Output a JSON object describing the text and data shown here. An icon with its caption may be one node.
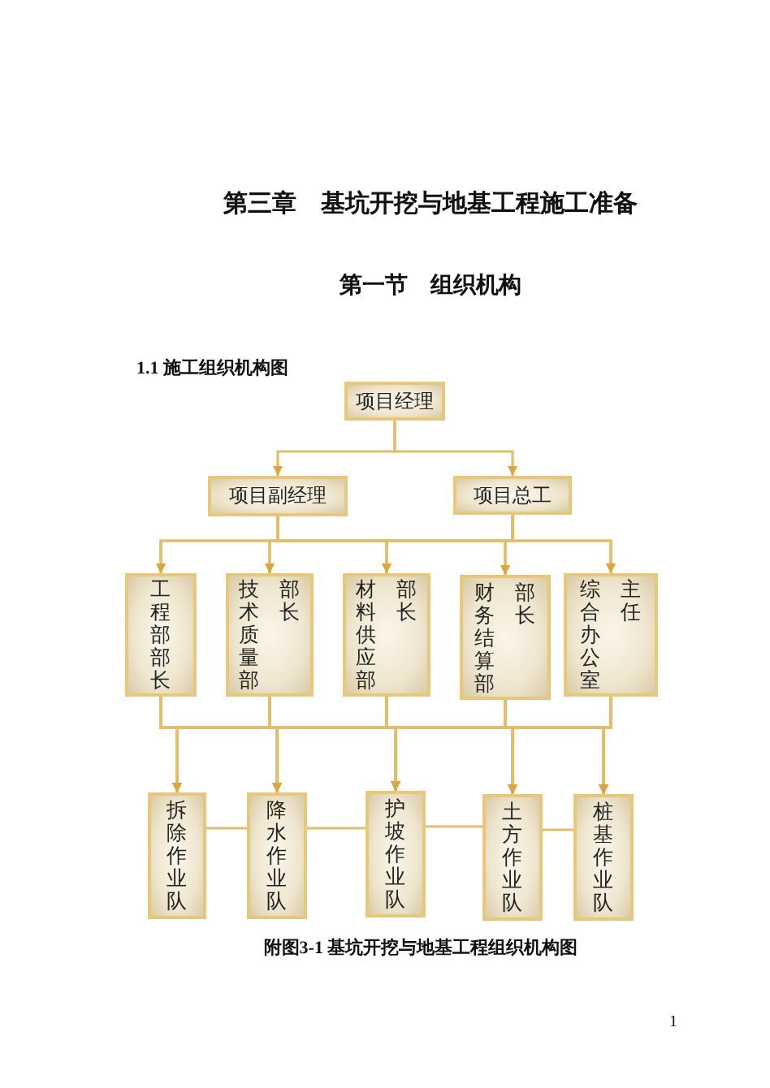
{
  "diagram": {
    "title": "第三章　基坑开挖与地基工程施工准备",
    "caption": "附图3-1 基坑开挖与地基工程组织机构图",
    "nodes": [
      {
        "text": [
          "项目经理"
        ]
      },
      {
        "text": [
          "项目副经理"
        ]
      },
      {
        "text": [
          "项目总工"
        ]
      },
      {
        "text": [
          "工程部部长"
        ]
      },
      {
        "text": [
          "技术质量部部长"
        ]
      },
      {
        "text": [
          "材料供应部部长"
        ]
      },
      {
        "text": [
          "财务结算部部长"
        ]
      },
      {
        "text": [
          "综合办公室主任"
        ]
      },
      {
        "text": [
          "拆除作业队"
        ]
      },
      {
        "text": [
          "降水作业队"
        ]
      },
      {
        "text": [
          "护坡作业队"
        ]
      },
      {
        "text": [
          "土方作业队"
        ]
      },
      {
        "text": [
          "桩基作业队"
        ]
      }
    ],
    "edges": [
      {
        "from": 0,
        "to": 1,
        "arrow": "to"
      },
      {
        "from": 0,
        "to": 2,
        "arrow": "to"
      },
      {
        "from": 1,
        "to": 3,
        "arrow": "to"
      },
      {
        "from": 1,
        "to": 4,
        "arrow": "to"
      },
      {
        "from": 1,
        "to": 5,
        "arrow": "to"
      },
      {
        "from": 1,
        "to": 6,
        "arrow": "to"
      },
      {
        "from": 1,
        "to": 7,
        "arrow": "to"
      },
      {
        "from": 2,
        "to": 3,
        "arrow": "to"
      },
      {
        "from": 2,
        "to": 4,
        "arrow": "to"
      },
      {
        "from": 2,
        "to": 5,
        "arrow": "to"
      },
      {
        "from": 2,
        "to": 6,
        "arrow": "to"
      },
      {
        "from": 2,
        "to": 7,
        "arrow": "to"
      },
      {
        "from": 3,
        "to": 8,
        "arrow": "to"
      },
      {
        "from": 3,
        "to": 9,
        "arrow": "to"
      },
      {
        "from": 3,
        "to": 10,
        "arrow": "to"
      },
      {
        "from": 3,
        "to": 11,
        "arrow": "to"
      },
      {
        "from": 3,
        "to": 12,
        "arrow": "to"
      },
      {
        "from": 4,
        "to": 8,
        "arrow": "to"
      },
      {
        "from": 4,
        "to": 9,
        "arrow": "to"
      },
      {
        "from": 4,
        "to": 10,
        "arrow": "to"
      },
      {
        "from": 4,
        "to": 11,
        "arrow": "to"
      },
      {
        "from": 4,
        "to": 12,
        "arrow": "to"
      },
      {
        "from": 5,
        "to": 8,
        "arrow": "to"
      },
      {
        "from": 5,
        "to": 9,
        "arrow": "to"
      },
      {
        "from": 5,
        "to": 10,
        "arrow": "to"
      },
      {
        "from": 5,
        "to": 11,
        "arrow": "to"
      },
      {
        "from": 5,
        "to": 12,
        "arrow": "to"
      },
      {
        "from": 6,
        "to": 8,
        "arrow": "to"
      },
      {
        "from": 6,
        "to": 9,
        "arrow": "to"
      },
      {
        "from": 6,
        "to": 10,
        "arrow": "to"
      },
      {
        "from": 6,
        "to": 11,
        "arrow": "to"
      },
      {
        "from": 6,
        "to": 12,
        "arrow": "to"
      },
      {
        "from": 7,
        "to": 8,
        "arrow": "to"
      },
      {
        "from": 7,
        "to": 9,
        "arrow": "to"
      },
      {
        "from": 7,
        "to": 10,
        "arrow": "to"
      },
      {
        "from": 7,
        "to": 11,
        "arrow": "to"
      },
      {
        "from": 7,
        "to": 12,
        "arrow": "to"
      },
      {
        "from": 8,
        "to": 9,
        "arrow": "none"
      },
      {
        "from": 9,
        "to": 10,
        "arrow": "none"
      },
      {
        "from": 10,
        "to": 11,
        "arrow": "none"
      },
      {
        "from": 11,
        "to": 12,
        "arrow": "none"
      }
    ],
    "labels": [
      "第一节　组织机构",
      "1.1 施工组织机构图",
      "1"
    ]
  }
}
